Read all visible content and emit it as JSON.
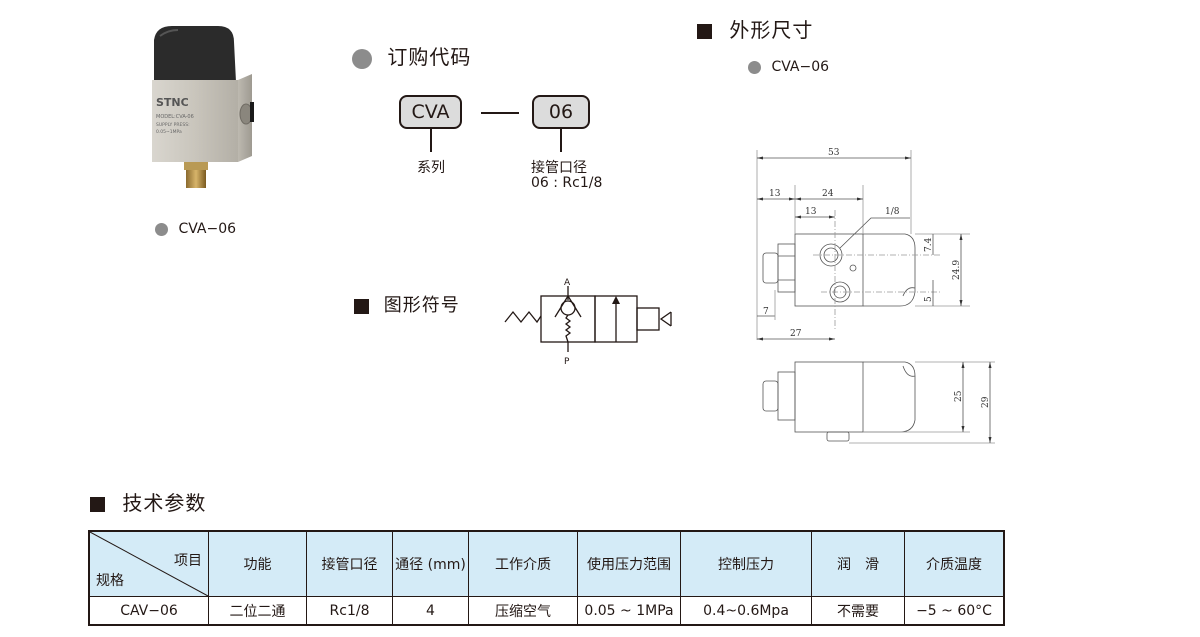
{
  "product": {
    "model_label": "CVA−06",
    "photo_brand": "STNC",
    "photo_model": "MODEL:CVA-06",
    "photo_supply": "SUPPLY PRESS:",
    "photo_range": "0.05~1MPa"
  },
  "order_code": {
    "title": "订购代码",
    "series_code": "CVA",
    "port_code": "06",
    "series_label": "系列",
    "port_label": "接管口径",
    "port_desc": "06 : Rc1/8"
  },
  "symbol": {
    "title": "图形符号",
    "port_a": "A",
    "port_p": "P"
  },
  "dimensions": {
    "title": "外形尺寸",
    "model_label": "CVA−06",
    "dims": {
      "total_length": "53",
      "left_13": "13",
      "mid_24": "24",
      "inner_13": "13",
      "port_size": "1/8",
      "d_7_4": "7.4",
      "d_24_9": "24.9",
      "d_5": "5",
      "d_7": "7",
      "d_27": "27",
      "d_25": "25",
      "d_29": "29"
    }
  },
  "tech": {
    "title": "技术参数",
    "corner_top": "项目",
    "corner_bottom": "规格",
    "headers": [
      "功能",
      "接管口径",
      "通径 (mm)",
      "工作介质",
      "使用压力范围",
      "控制压力",
      "润　滑",
      "介质温度"
    ],
    "rows": [
      {
        "spec": "CAV−06",
        "values": [
          "二位二通",
          "Rc1/8",
          "4",
          "压缩空气",
          "0.05 ~ 1MPa",
          "0.4~0.6Mpa",
          "不需要",
          "−5 ~ 60°C"
        ]
      }
    ]
  },
  "colors": {
    "header_bg": "#d4ebf7",
    "bullet_gray": "#8c8c8c",
    "ink": "#231815"
  }
}
